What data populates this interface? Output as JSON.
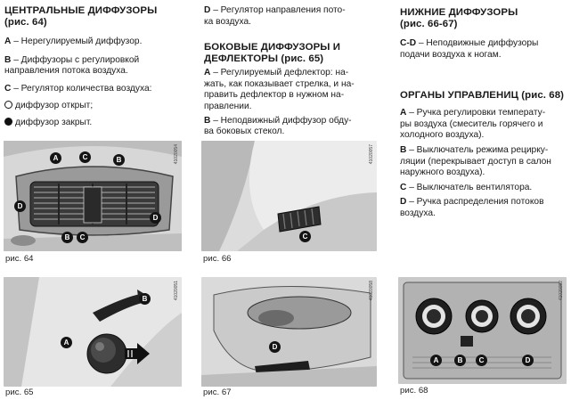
{
  "col1": {
    "title_l1": "ЦЕНТРАЛЬНЫЕ ДИФФУЗОРЫ",
    "title_l2": "(рис. 64)",
    "a_code": "A",
    "a_text": " – Нерегулируемый диффузор.",
    "b_code": "B",
    "b_text_l1": " – Диффузоры с регулировкой",
    "b_text_l2": "направления потока воздуха.",
    "c_code": "C",
    "c_text": " – Регулятор количества воздуха:",
    "open_text": "диффузор открыт;",
    "closed_text": "диффузор закрыт."
  },
  "col2": {
    "d_code": "D",
    "d_text_l1": " – Регулятор направления пото-",
    "d_text_l2": "ка воздуха.",
    "title_l1": "БОКОВЫЕ ДИФФУЗОРЫ И",
    "title_l2": "ДЕФЛЕКТОРЫ (рис. 65)",
    "a_code": "A",
    "a_l1": " – Регулируемый дефлектор: на-",
    "a_l2": "жать, как показывает стрелка, и на-",
    "a_l3": "править дефлектор в нужном на-",
    "a_l4": "правлении.",
    "b_code": "B",
    "b_l1": " – Неподвижный диффузор обду-",
    "b_l2": "ва боковых стекол."
  },
  "col3": {
    "title_l1": "НИЖНИЕ ДИФФУЗОРЫ",
    "title_l2": "(рис. 66-67)",
    "cd_code": "C-D",
    "cd_l1": " – Неподвижные диффузоры",
    "cd_l2": "подачи воздуха к ногам.",
    "title2": "ОРГАНЫ УПРАВЛЕНИЦ (рис. 68)",
    "a_code": "A",
    "a_l1": " – Ручка регулировки температу-",
    "a_l2": "ры воздуха (смеситель горячего и",
    "a_l3": "холодного воздуха).",
    "b_code": "B",
    "b_l1": " – Выключатель режима рецирку-",
    "b_l2": "ляции (перекрывает доступ в салон",
    "b_l3": "наружного воздуха).",
    "c_code": "C",
    "c_l1": " – Выключатель вентилятора.",
    "d_code": "D",
    "d_l1": " – Ручка распределения потоков",
    "d_l2": "воздуха."
  },
  "figures": {
    "f64": {
      "caption": "рис. 64",
      "code": "41020054",
      "labels": [
        "A",
        "C",
        "B",
        "D",
        "D",
        "B",
        "C"
      ]
    },
    "f66": {
      "caption": "рис. 66",
      "code": "41020057",
      "labels": [
        "C"
      ]
    },
    "f65": {
      "caption": "рис. 65",
      "code": "41020051",
      "labels": [
        "B",
        "A"
      ]
    },
    "f67": {
      "caption": "рис. 67",
      "code": "41020058",
      "labels": [
        "D"
      ]
    },
    "f68": {
      "caption": "рис. 68",
      "code": "41020052",
      "labels": [
        "A",
        "B",
        "C",
        "D"
      ]
    }
  }
}
